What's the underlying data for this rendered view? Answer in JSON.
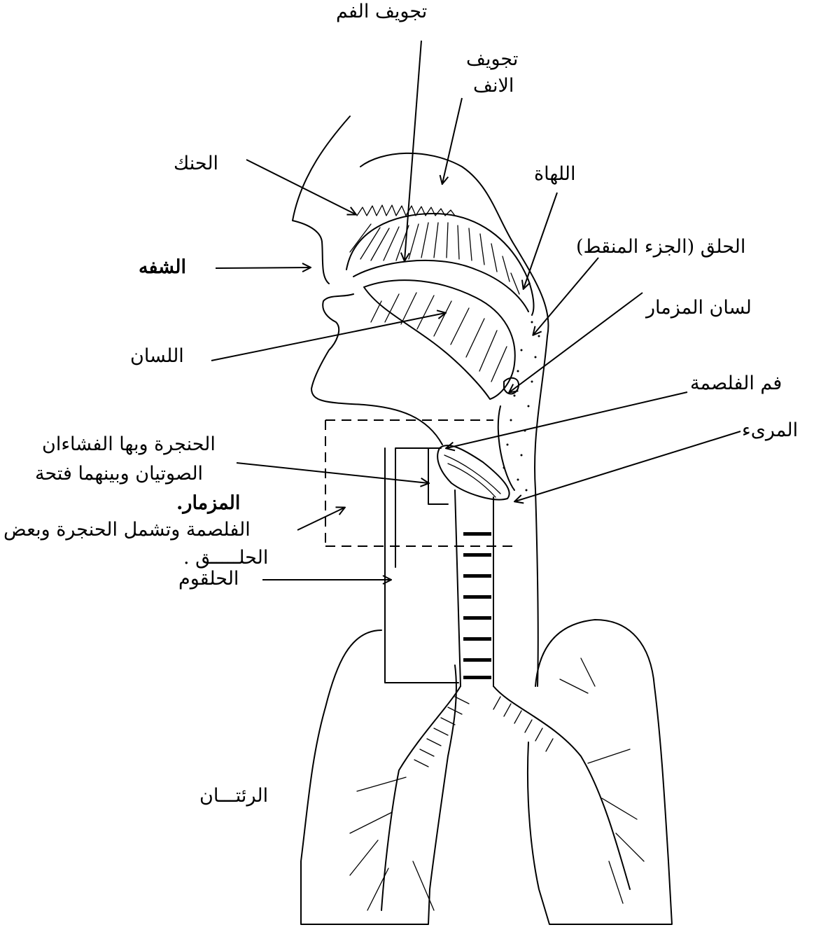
{
  "labels": {
    "mouth_cavity": "تجويف الفم",
    "nasal_cavity_1": "تجويف",
    "nasal_cavity_2": "الانف",
    "palate": "الحنك",
    "uvula": "اللهاة",
    "pharynx": "الحلق  (الجزء المنقط)",
    "lip": "الشفه",
    "epiglottis": "لسان المزمار",
    "tongue": "اللسان",
    "glottis_mouth": "فم الفلصمة",
    "esophagus": "المرىء",
    "larynx_1": "الحنجرة وبها الفشاءان",
    "larynx_2": "الصوتيان وبينهما فتحة",
    "larynx_3": "المزمار.",
    "glottis_region_1": "الفلصمة وتشمل الحنجرة وبعض",
    "glottis_region_2": "الحلـــــق .",
    "trachea": "الحلقوم",
    "lungs": "الرئتـــان"
  }
}
